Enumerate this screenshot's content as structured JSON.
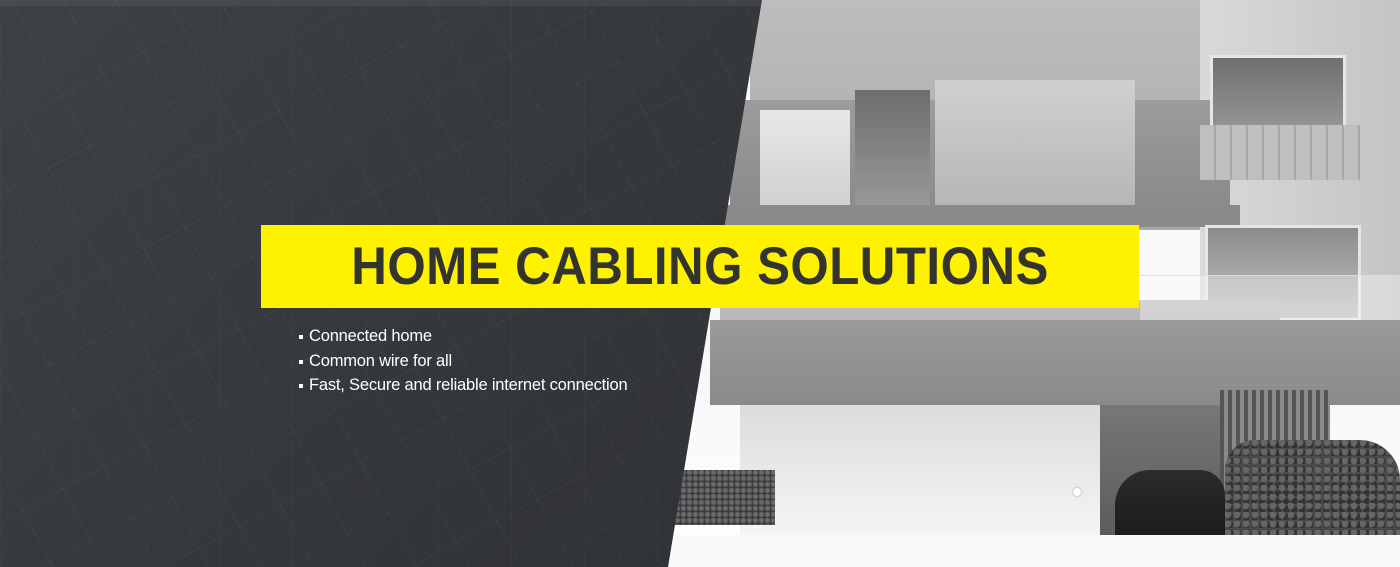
{
  "banner": {
    "title": "HOME CABLING SOLUTIONS",
    "features": [
      "Connected home",
      "Common wire for all",
      "Fast, Secure and reliable internet connection"
    ],
    "colors": {
      "title_band": "#fff200",
      "title_text": "#333330",
      "dark_panel": "#33363a",
      "feature_text": "#ffffff"
    },
    "images": {
      "left": "blueprint-wireframe-house",
      "right": "grayscale-house-cutaway-render"
    },
    "slider": {
      "active_dot": "slide-indicator-dot"
    }
  }
}
